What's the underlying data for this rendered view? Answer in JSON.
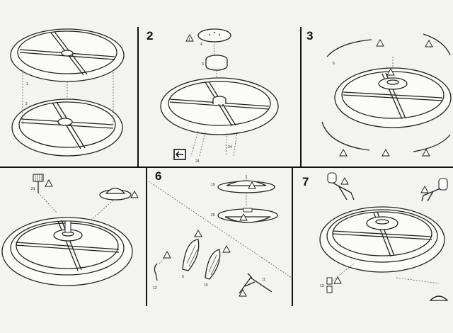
{
  "steps": [
    {
      "number": "",
      "parts": [
        "1",
        "2"
      ]
    },
    {
      "number": "2",
      "parts": [
        "4",
        "3",
        "24",
        "24"
      ]
    },
    {
      "number": "3",
      "parts": [
        "6"
      ]
    },
    {
      "number": "",
      "parts": [
        "21"
      ]
    },
    {
      "number": "6",
      "parts": [
        "19",
        "20",
        "12",
        "9",
        "10",
        "11"
      ]
    },
    {
      "number": "7",
      "parts": [
        "13"
      ]
    }
  ],
  "warning_mark": "!",
  "colors": {
    "paper": "#f3f3f1",
    "ink": "#111111",
    "dash": "#444444"
  },
  "icons": [
    "warning-triangle-icon",
    "insert-arrow-icon"
  ]
}
